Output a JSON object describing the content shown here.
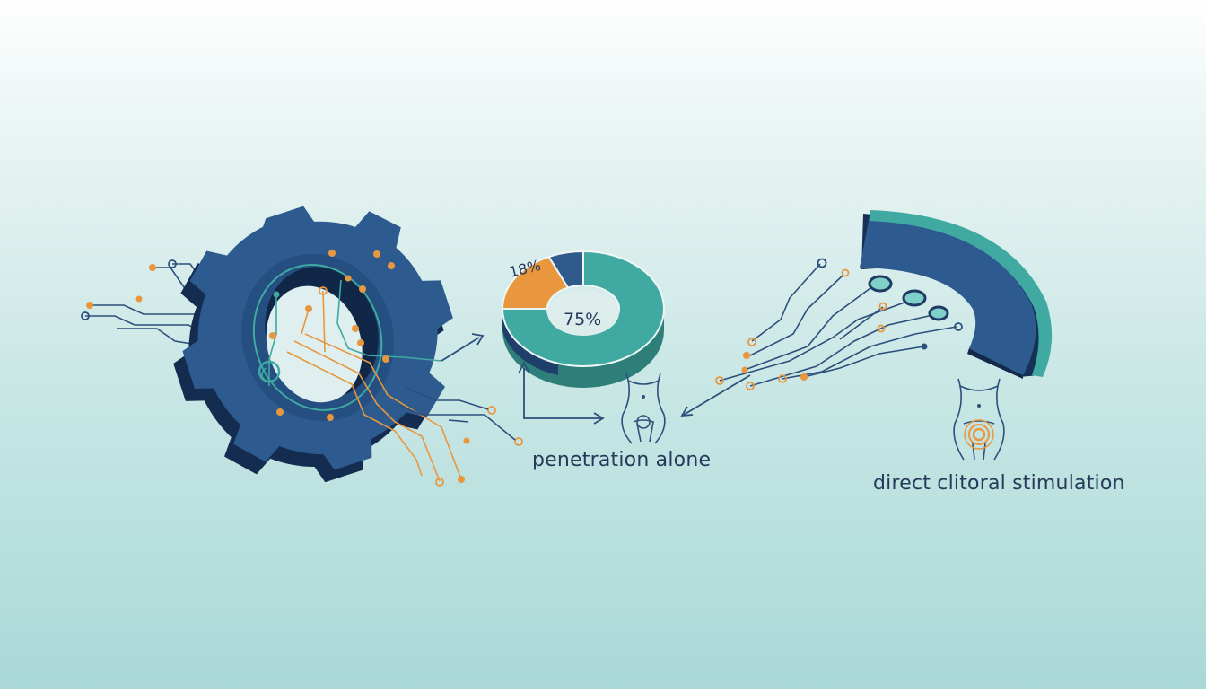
{
  "chart_data": {
    "type": "pie",
    "slices": [
      {
        "label": "75%",
        "value": 75,
        "color": "#3fa9a2"
      },
      {
        "label": "18%",
        "value": 18,
        "color": "#e8973f"
      },
      {
        "label": "",
        "value": 7,
        "color": "#2f5a8c"
      }
    ]
  },
  "labels": {
    "penetration": "penetration alone",
    "clitoral": "direct clitoral stimulation"
  },
  "colors": {
    "navy": "#1f3a64",
    "blue": "#2f5a8c",
    "teal": "#3fa9a2",
    "orange": "#e8973f",
    "line": "#2c4f7c"
  },
  "icons": [
    "gear-circuit-icon",
    "torso-icon",
    "torso-target-icon",
    "arrow-icon"
  ]
}
